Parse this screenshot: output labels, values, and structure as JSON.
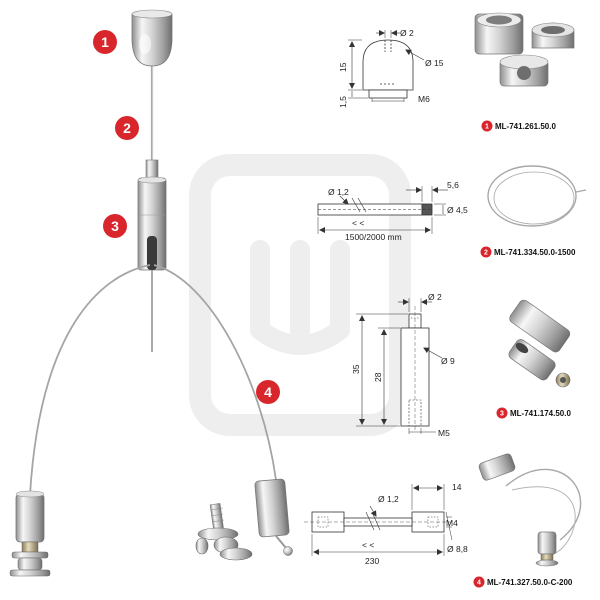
{
  "colors": {
    "badge": "#d8262c",
    "metal_light": "#f4f4f4",
    "metal_mid": "#c4c4c4",
    "metal_dark": "#8a8a8a",
    "cable": "#a9a9a9",
    "dim_line": "#333333",
    "watermark": "#eeeeee"
  },
  "callouts": {
    "c1": "1",
    "c2": "2",
    "c3": "3",
    "c4": "4"
  },
  "parts": [
    {
      "number": "1",
      "code": "ML-741.261.50.0"
    },
    {
      "number": "2",
      "code": "ML-741.334.50.0-1500"
    },
    {
      "number": "3",
      "code": "ML-741.174.50.0"
    },
    {
      "number": "4",
      "code": "ML-741.327.50.0-C-200"
    }
  ],
  "dims": {
    "cap": {
      "hole": "Ø 2",
      "dia": "Ø 15",
      "height": "15",
      "base": "1,5",
      "thread": "M6"
    },
    "cable": {
      "dia": "Ø 1,2",
      "end": "5,6",
      "end_dia": "Ø 4,5",
      "length": "1500/2000 mm",
      "marks": "< <"
    },
    "gripper": {
      "hole": "Ø 2",
      "dia": "Ø 9",
      "total": "35",
      "body": "28",
      "thread": "M5"
    },
    "set": {
      "dia": "Ø 1,2",
      "end": "14",
      "thread": "M4",
      "length": "230",
      "end_dia": "Ø 8,8",
      "marks": "< <"
    }
  }
}
